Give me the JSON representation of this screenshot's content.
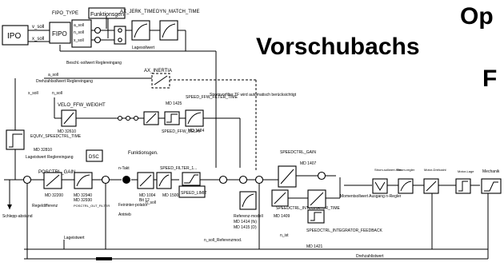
{
  "title": {
    "line1": "Op",
    "line2": "Vorschubachs",
    "line3": "F"
  },
  "blocks": {
    "ipo": "IPO",
    "fipo_type": "FIPO_TYPE",
    "fipo": "FIPO",
    "funktionsgen_top": "Funktionsgen",
    "ax_jerk_time": "AX_JERK_TIME",
    "dyn_match_time": "DYN_MATCH_TIME",
    "ax_inertia": "AX_INERTIA",
    "velo_ffw_weight": "VELO_FFW_WEIGHT",
    "md_32610": "MD 32610",
    "speed_ffw_filter_time": "SPEED_FFW_FILTER_TIME",
    "md_1425": "MD 1425",
    "md_1424": "MD 1424",
    "speed_ffw_delay": "SPEED_FFW_DELAY",
    "equiv_speedctrl_time": "EQUIV_SPEEDCTRL_TIME",
    "md_32810": "MD 32810",
    "dsc": "DSC",
    "posctrl_gain": "POSCTRL_GAIN",
    "md_32200": "MD 32200",
    "md_32940": "MD 32940",
    "md_32930": "MD 32930",
    "posctrl_out_filter": "POSCTRL_OUT_FILTER",
    "n_takt": "n-Takt",
    "md_1004": "MD 1004",
    "bit_12": "Bit 12",
    "feininterpolator": "Feininter-polator",
    "funktionsgen_mid": "Funktionsgen.",
    "speed_filter": "SPEED_FILTER_1...",
    "md_1500": "MD 1500",
    "speed_limit": "SPEED_LIMIT",
    "speedctrl_gain": "SPEEDCTRL_GAIN",
    "md_1407": "MD 1407",
    "referenzmodell": "Referenz-modell",
    "md_1414": "MD 1414 (fs)",
    "md_1415": "MD 1415 (D)",
    "speedctrl_integrator_time": "SPEEDCTRL_INTEGRATOR_TIME",
    "md_1409": "MD 1409",
    "speedctrl_integrator_feedback": "SPEEDCTRL_INTEGRATOR_FEEDBACK",
    "md_1421": "MD 1421",
    "stromsollwertfilter": "Strom-sollwert-filter",
    "stromregler": "Strom-regler",
    "motor_drehzahl": "Motor-Drehzahl",
    "motor_lage": "Motor-Lage",
    "mechanik": "Mechanik"
  },
  "signals": {
    "v_soll": "v_soll",
    "x_soll": "x_soll",
    "a_soll": "a_soll",
    "n_soll": "n_soll",
    "x_soll_out": "x_soll",
    "lageregelt": "Lagesollwert",
    "beschleunigung": "Beschl.-sollwert Reglereingang",
    "drehzahl_eingang": "Drehzahlsollwert Reglereingang",
    "lageistwert_eingang": "Lageistwert Reglereingang",
    "regelabweichung": "Regeldifferenz",
    "antrieb": "Antrieb",
    "n_soll_mid": "n_soll",
    "stromvorfilter": "Stromvorfilter TF wird automatisch berücksichtigt",
    "momentensollwert": "Momentsollwert Ausgang n-Regler",
    "n_soll_referenzmodell": "n_soll_Referenzmod.",
    "n_ist": "n_ist",
    "lageistwert": "Lageistwert",
    "drehzahlistwert": "Drehzahlistwert",
    "schleppabstand": "Schlepp-abstand"
  }
}
